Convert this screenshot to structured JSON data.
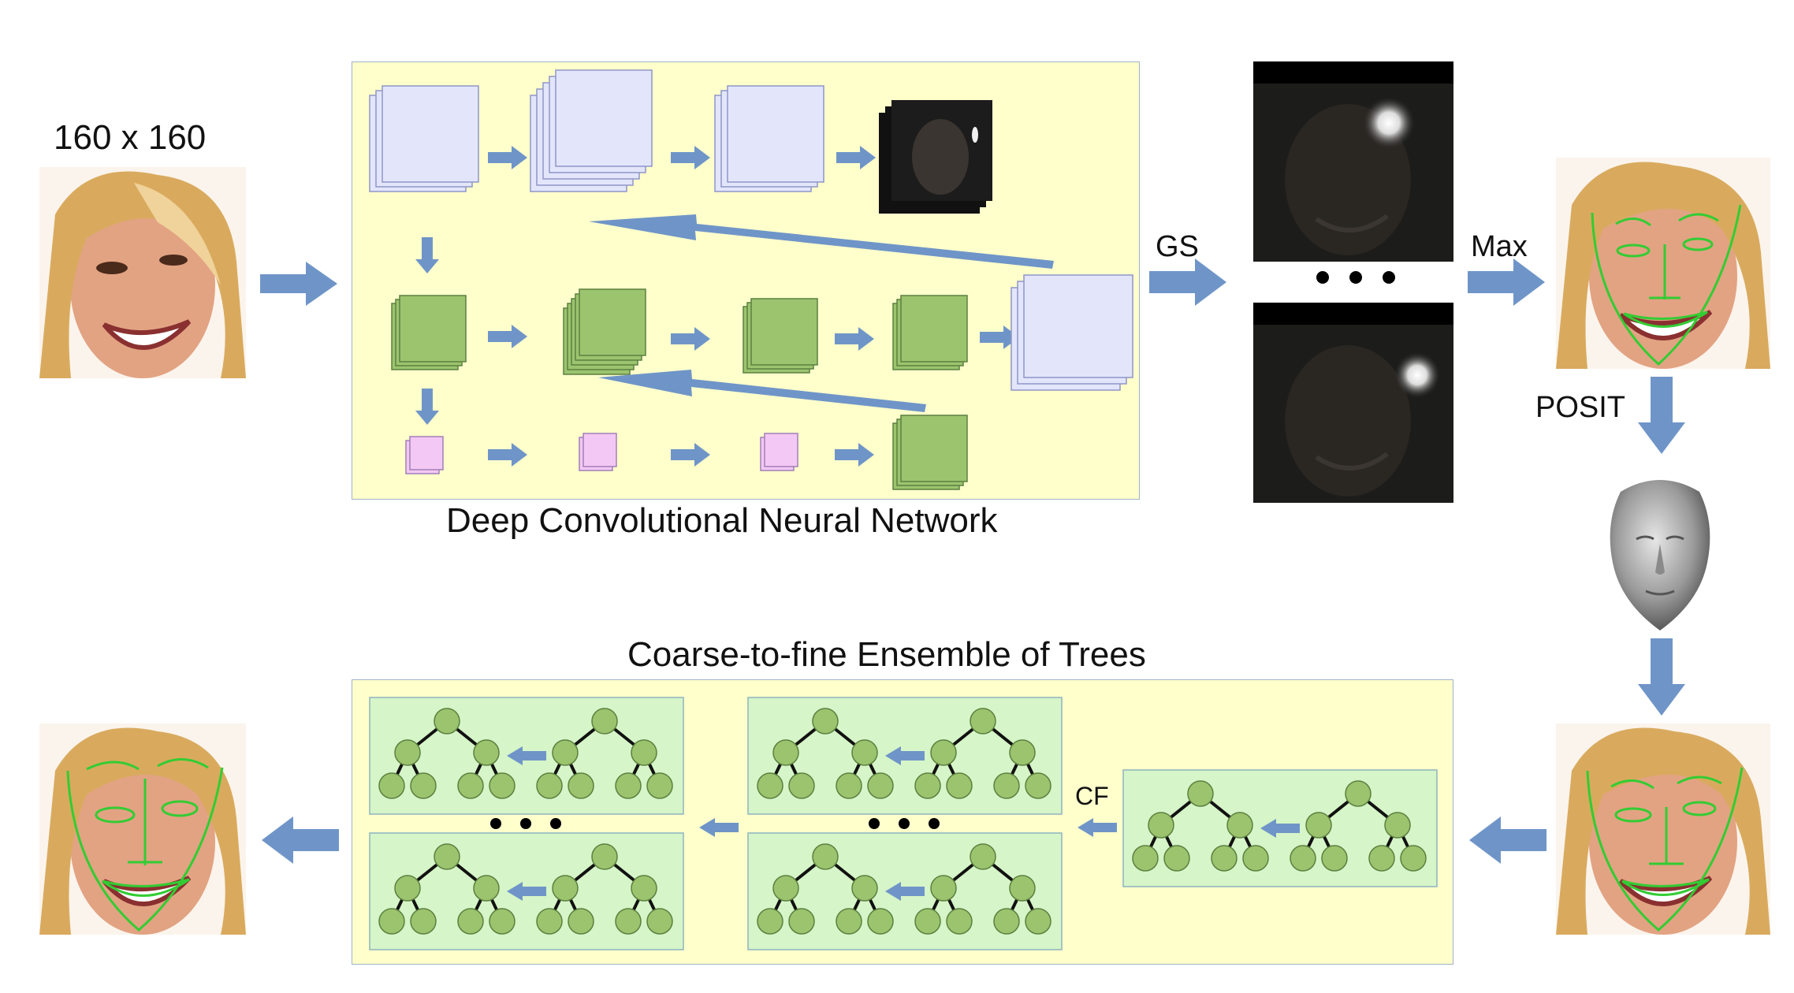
{
  "labels": {
    "input_size": "160 x 160",
    "cnn": "Deep Convolutional Neural Network",
    "gs": "GS",
    "max": "Max",
    "posit": "POSIT",
    "ensemble": "Coarse-to-fine Ensemble of Trees",
    "cf": "CF"
  },
  "colors": {
    "panel_bg": "#ffffcc",
    "arrow": "#6f95c8",
    "lavender_box": "#e3e6fb",
    "green_box": "#9cc46e",
    "pink_box": "#f4c8f4",
    "tree_bg": "#d6f5c8",
    "tree_node": "#9cc46e",
    "landmarks": "#33cc33"
  },
  "icons": {
    "face_photo": "smiling-face-photo-icon",
    "head_model": "3d-head-model-icon",
    "ellipsis": "dots-icon"
  }
}
